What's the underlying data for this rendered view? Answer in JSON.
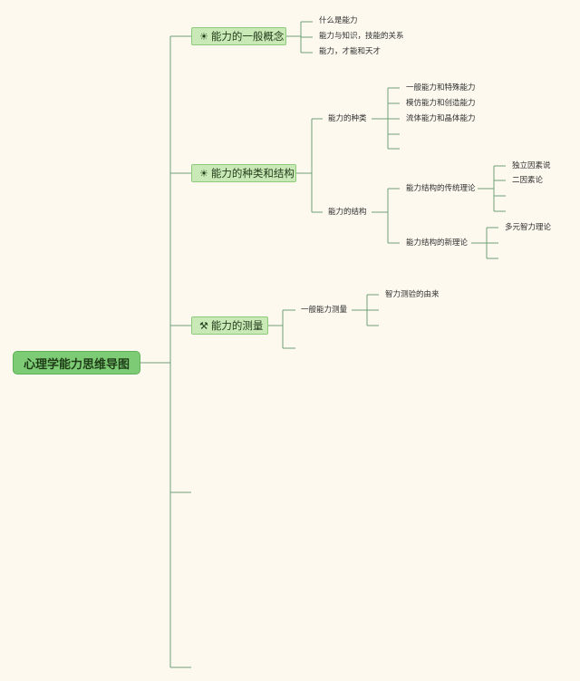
{
  "root": {
    "label": "心理学能力思维导图"
  },
  "branches": [
    {
      "label": "能力的一般概念",
      "icon": "sun-icon",
      "children": [
        "什么是能力",
        "能力与知识，技能的关系",
        "能力，才能和天才"
      ]
    },
    {
      "label": "能力的种类和结构",
      "icon": "sun-icon",
      "children": [
        {
          "label": "能力的种类",
          "children": [
            "一般能力和特殊能力",
            "模仿能力和创造能力",
            "流体能力和晶体能力"
          ]
        },
        {
          "label": "能力的结构",
          "children": [
            {
              "label": "能力结构的传统理论",
              "children": [
                "独立因素说",
                "二因素论"
              ]
            },
            {
              "label": "能力结构的新理论",
              "children": [
                "多元智力理论"
              ]
            }
          ]
        }
      ]
    },
    {
      "label": "能力的测量",
      "icon": "hammer-icon",
      "children": [
        {
          "label": "一般能力测量",
          "children": [
            "智力测验的由来"
          ]
        }
      ]
    }
  ],
  "colors": {
    "line": "#6fa17a",
    "root_fill": "#7ecb76",
    "node_fill": "#c9eab6"
  }
}
